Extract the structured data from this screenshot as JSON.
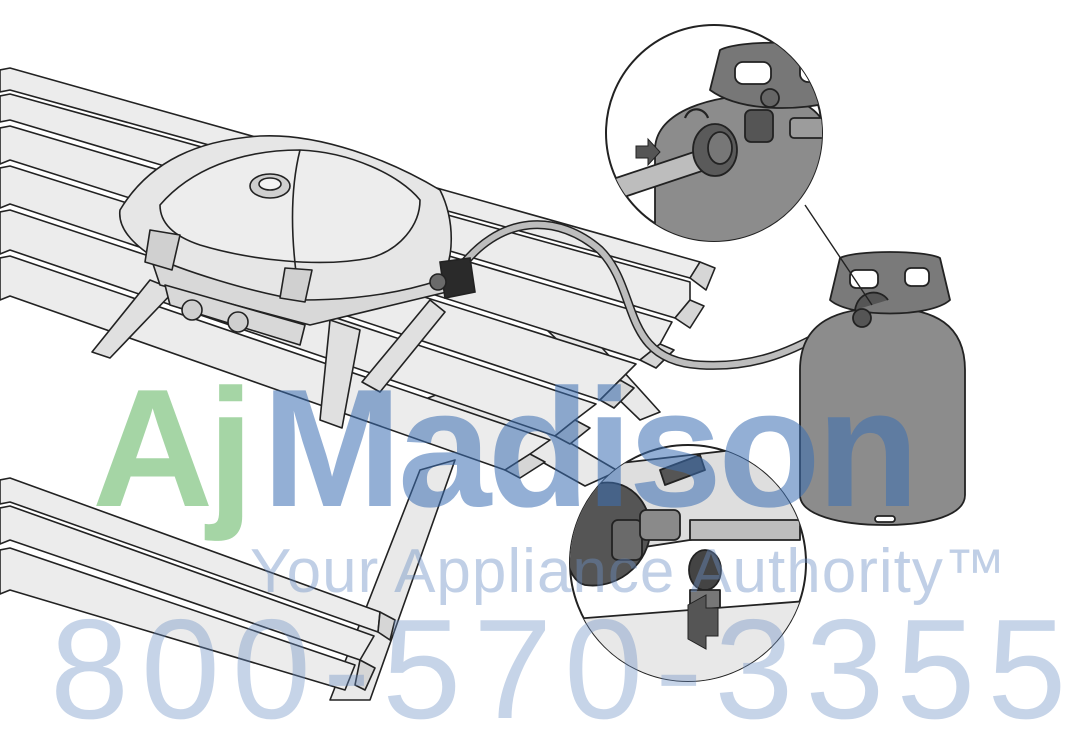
{
  "watermark": {
    "brand_first": "Aj",
    "brand_second": "Madison",
    "tagline": "Your Appliance Authority™",
    "phone": "800-570-3355",
    "colors": {
      "green": "#5db35d",
      "blue": "#3c6fb3",
      "blue_light": "#6b8fc4"
    }
  },
  "illustration": {
    "colors": {
      "line": "#222222",
      "table": "#e9e9e9",
      "grill": "#e3e3e3",
      "tank": "#8c8c8c",
      "tank_dark": "#6d6d6d"
    },
    "components": [
      "picnic-table",
      "portable-gas-grill",
      "propane-hose",
      "propane-tank",
      "tank-valve-detail-callout",
      "regulator-detail-callout"
    ]
  }
}
